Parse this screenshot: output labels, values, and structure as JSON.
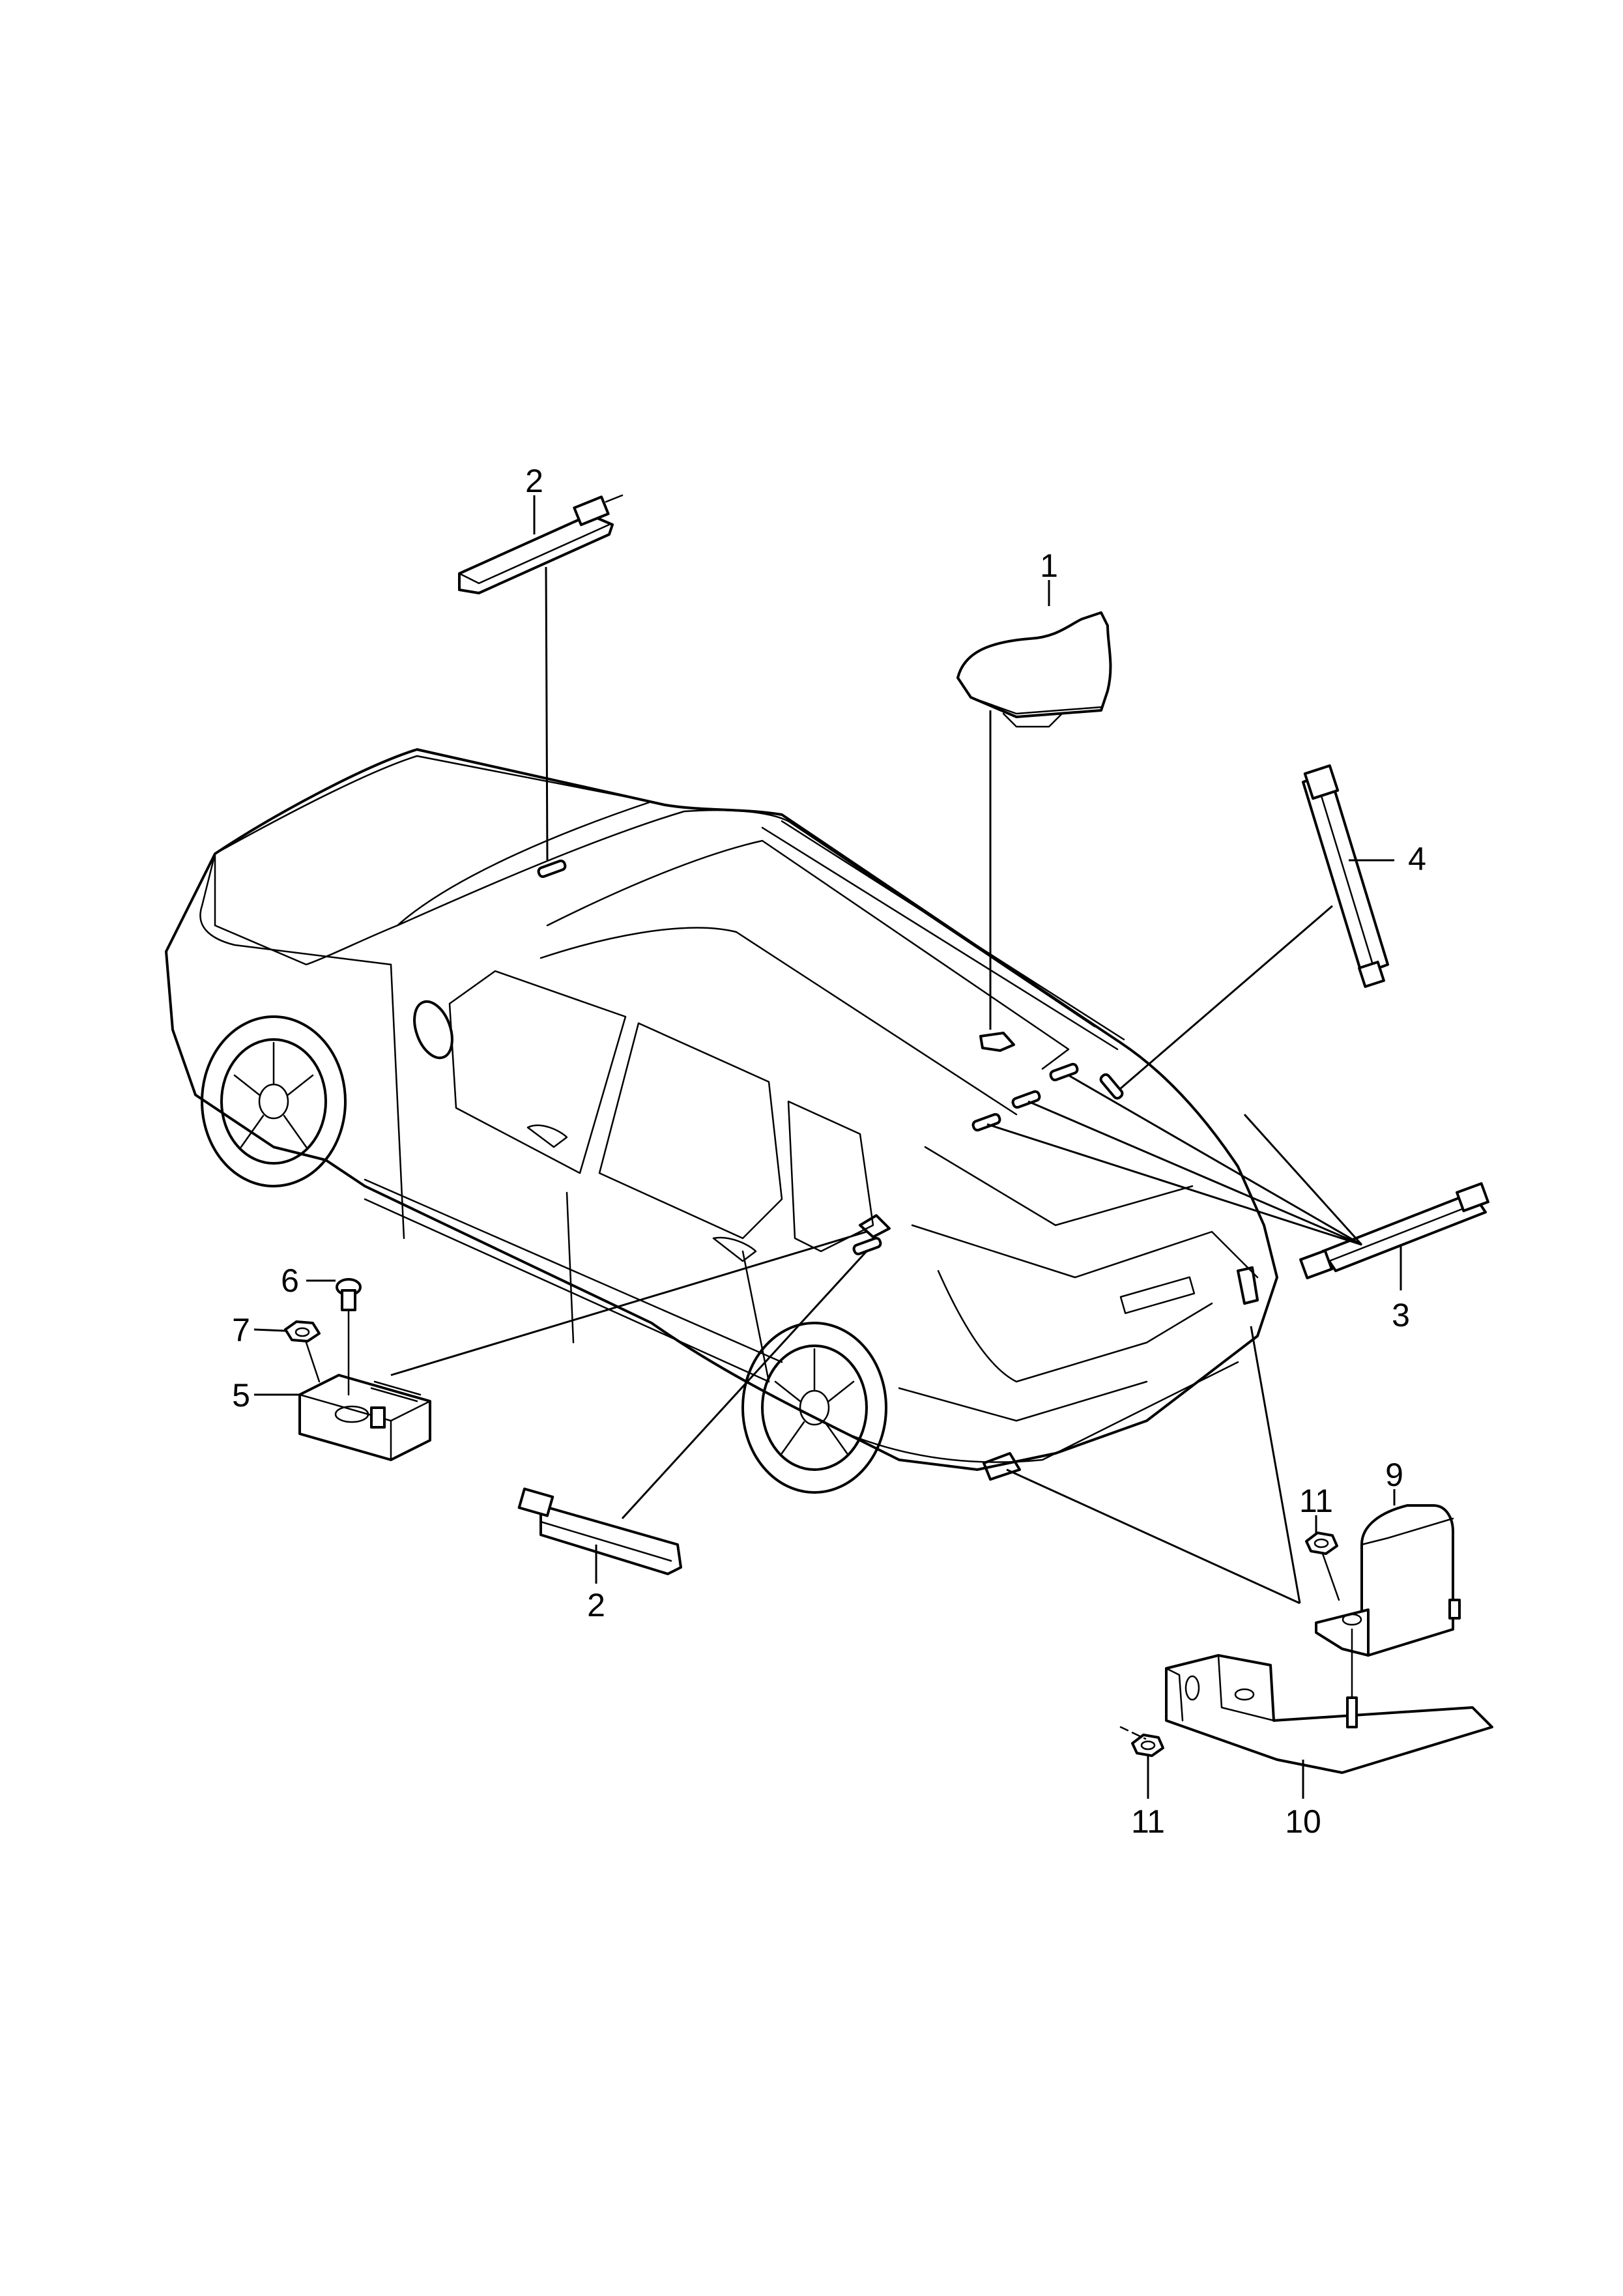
{
  "callouts": {
    "c1": "1",
    "c2_top": "2",
    "c2_bottom": "2",
    "c3": "3",
    "c4": "4",
    "c5": "5",
    "c6": "6",
    "c7": "7",
    "c9": "9",
    "c10": "10",
    "c11_upper": "11",
    "c11_lower": "11"
  }
}
